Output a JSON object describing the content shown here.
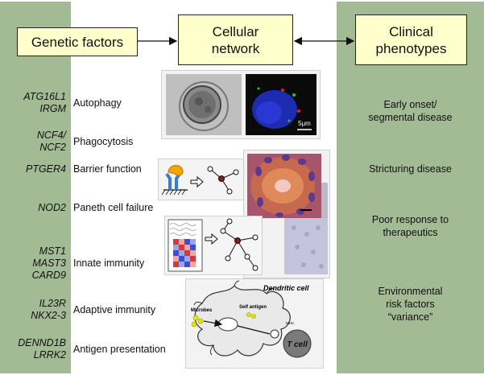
{
  "header": {
    "genetic": "Genetic factors",
    "cellular": "Cellular\nnetwork",
    "clinical": "Clinical\nphenotypes"
  },
  "rows": [
    {
      "genes": "ATG16L1\nIRGM",
      "process": "Autophagy"
    },
    {
      "genes": "NCF4/\nNCF2",
      "process": "Phagocytosis"
    },
    {
      "genes": "PTGER4",
      "process": "Barrier function"
    },
    {
      "genes": "NOD2",
      "process": "Paneth cell failure"
    },
    {
      "genes": "MST1\nMAST3\nCARD9",
      "process": "Innate immunity"
    },
    {
      "genes": "IL23R\nNKX2-3",
      "process": "Adaptive immunity"
    },
    {
      "genes": "DENND1B\nLRRK2",
      "process": "Antigen presentation"
    }
  ],
  "phenotypes": [
    "Early onset/\nsegmental disease",
    "Stricturing disease",
    "Poor response to\ntherapeutics",
    "Environmental\nrisk factors\n“variance”"
  ],
  "images": {
    "scale_bar": "5μm",
    "dendritic_cell": "Dendritic cell",
    "microbes": "Microbes",
    "self_antigen": "Self antigen",
    "mhc": "MHC",
    "t_cell": "T cell"
  },
  "colors": {
    "panel": "#a3bb94",
    "box": "#ffffcc",
    "node_red": "#8b1a1a"
  }
}
